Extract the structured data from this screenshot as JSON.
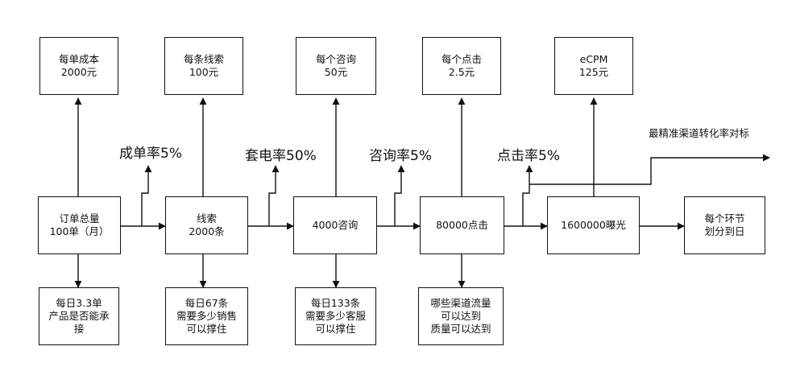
{
  "top_row": [
    {
      "lines": [
        "每单成本",
        "2000元"
      ]
    },
    {
      "lines": [
        "每条线索",
        "100元"
      ]
    },
    {
      "lines": [
        "每个咨询",
        "50元"
      ]
    },
    {
      "lines": [
        "每个点击",
        "2.5元"
      ]
    },
    {
      "lines": [
        "eCPM",
        "125元"
      ]
    }
  ],
  "middle_row": [
    {
      "lines": [
        "订单总量",
        "100单（月）"
      ]
    },
    {
      "lines": [
        "线索",
        "2000条"
      ]
    },
    {
      "lines": [
        "4000咨询"
      ]
    },
    {
      "lines": [
        "80000点击"
      ]
    },
    {
      "lines": [
        "1600000曝光"
      ]
    },
    {
      "lines": [
        "每个环节",
        "划分到日"
      ]
    }
  ],
  "bottom_row": [
    {
      "lines": [
        "每日3.3单",
        "产品是否能承",
        "接"
      ]
    },
    {
      "lines": [
        "每日67条",
        "需要多少销售",
        "可以撑住"
      ]
    },
    {
      "lines": [
        "每日133条",
        "需要多少客服",
        "可以撑住"
      ]
    },
    {
      "lines": [
        "哪些渠道流量",
        "可以达到",
        "质量可以达到"
      ]
    }
  ],
  "rates": [
    "成单率5%",
    "套电率50%",
    "咨询率5%",
    "点击率5%"
  ],
  "benchmark_note": "最精准渠道转化率对标"
}
